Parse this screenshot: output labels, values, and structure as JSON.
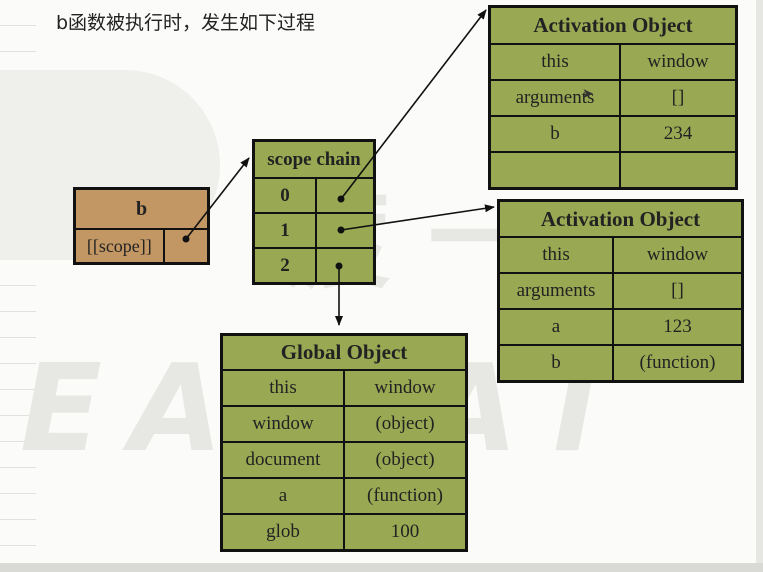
{
  "title": "b函数被执行时，发生如下过程",
  "b_object": {
    "name": "b",
    "slot": "[[scope]]"
  },
  "scope_chain": {
    "header": "scope chain",
    "indices": [
      "0",
      "1",
      "2"
    ]
  },
  "activation_object_1": {
    "header": "Activation Object",
    "rows": [
      {
        "key": "this",
        "value": "window"
      },
      {
        "key": "arguments",
        "value": "[]"
      },
      {
        "key": "b",
        "value": "234"
      },
      {
        "key": "",
        "value": ""
      }
    ]
  },
  "activation_object_2": {
    "header": "Activation Object",
    "rows": [
      {
        "key": "this",
        "value": "window"
      },
      {
        "key": "arguments",
        "value": "[]"
      },
      {
        "key": "a",
        "value": "123"
      },
      {
        "key": "b",
        "value": "(function)"
      }
    ]
  },
  "global_object": {
    "header": "Global Object",
    "rows": [
      {
        "key": "this",
        "value": "window"
      },
      {
        "key": "window",
        "value": "(object)"
      },
      {
        "key": "document",
        "value": "(object)"
      },
      {
        "key": "a",
        "value": "(function)"
      },
      {
        "key": "glob",
        "value": "100"
      }
    ]
  },
  "colors": {
    "table_green": "#99a852",
    "table_brown": "#c39764",
    "border": "#111111"
  }
}
